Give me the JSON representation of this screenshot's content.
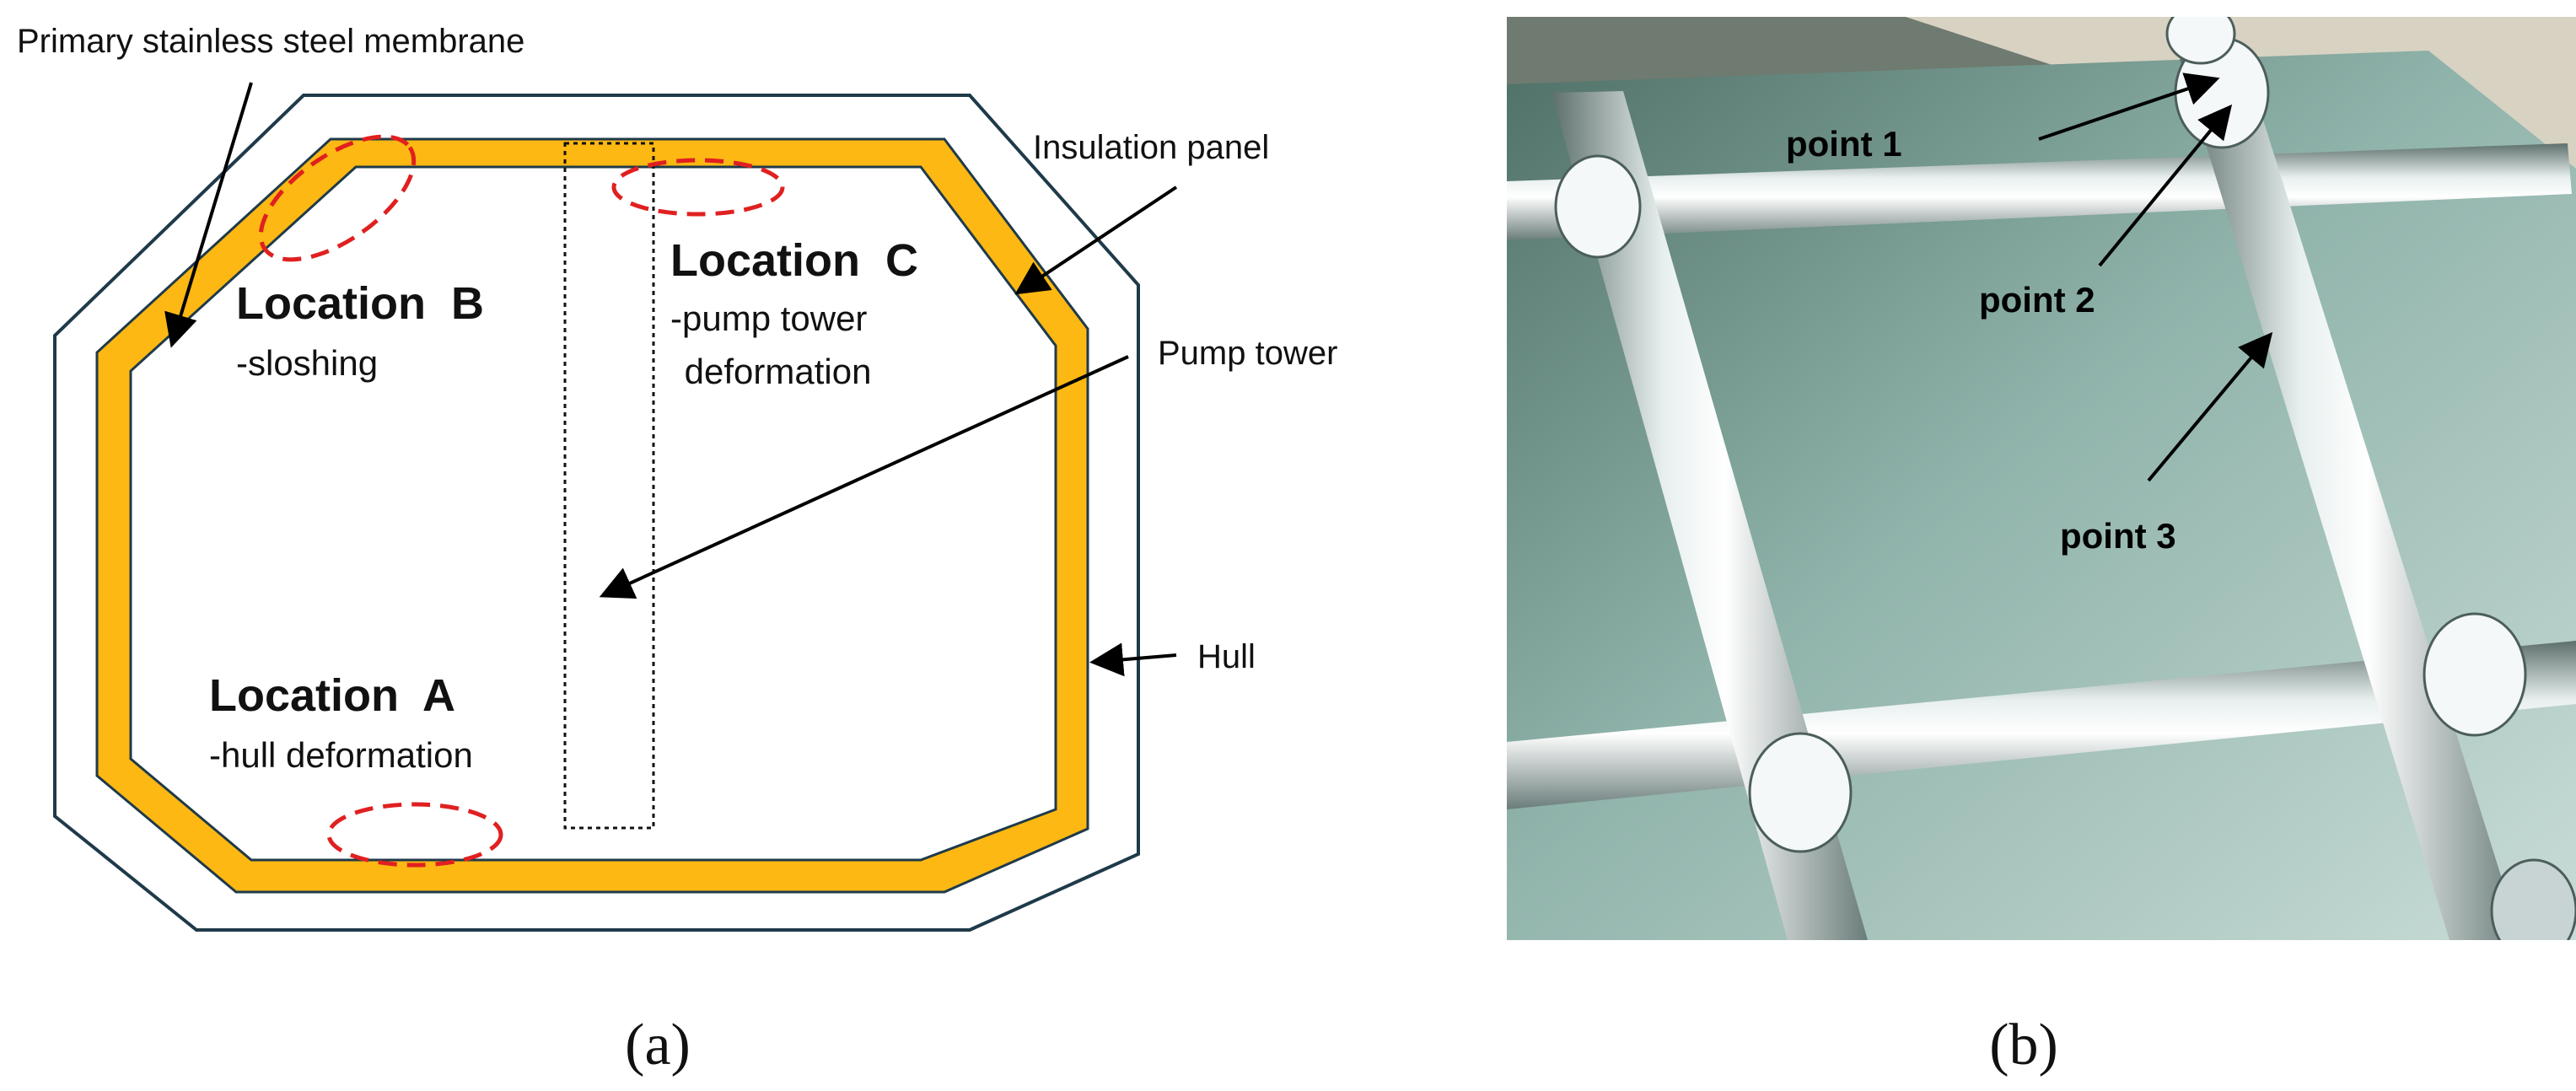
{
  "panel_a": {
    "labels": {
      "primary_membrane": "Primary stainless steel membrane",
      "insulation_panel": "Insulation panel",
      "pump_tower": "Pump tower",
      "hull": "Hull"
    },
    "locations": {
      "a": {
        "title": "Location  A",
        "desc": "-hull deformation"
      },
      "b": {
        "title": "Location  B",
        "desc": "-sloshing"
      },
      "c": {
        "title": "Location  C",
        "desc1": "-pump tower",
        "desc2": " deformation"
      }
    },
    "caption": "(a)"
  },
  "panel_b": {
    "points": {
      "p1": "point 1",
      "p2": "point 2",
      "p3": "point 3"
    },
    "caption": "(b)"
  },
  "colors": {
    "insulation": "#FDB813",
    "outline": "#1F3A4A",
    "highlight": "#E02020",
    "membrane_plate": "#8FB3AA"
  }
}
